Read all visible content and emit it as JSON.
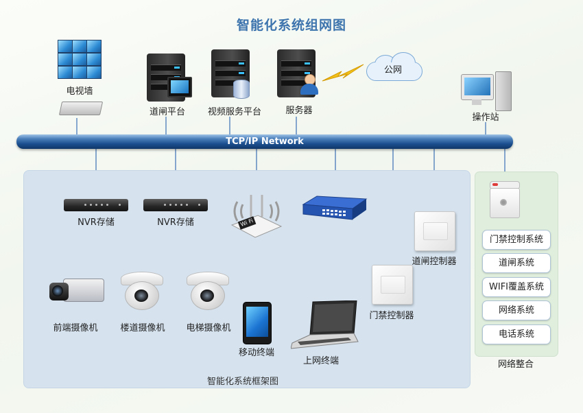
{
  "title": "智能化系统组网图",
  "network": {
    "bus_label": "TCP/IP Network",
    "cloud_label": "公网"
  },
  "top_devices": {
    "video_wall": "电视墙",
    "gate_platform": "道闸平台",
    "video_service": "视频服务平台",
    "server": "服务器",
    "workstation": "操作站"
  },
  "frame": {
    "label": "智能化系统框架图",
    "nvr1": "NVR存储",
    "nvr2": "NVR存储",
    "camera_front": "前端摄像机",
    "camera_stair": "楼道摄像机",
    "camera_elevator": "电梯摄像机",
    "mobile": "移动终端",
    "laptop": "上网终端",
    "gate_controller": "道闸控制器",
    "door_controller": "门禁控制器",
    "wifi_badge": "Wi Fi"
  },
  "integration": {
    "label": "网络整合",
    "items": [
      "门禁控制系统",
      "道闸系统",
      "WIFI覆盖系统",
      "网络系统",
      "电话系统"
    ]
  },
  "colors": {
    "title": "#3d74ad",
    "bus": "#1c4f8f",
    "blue_link": "#3a6fb5",
    "red_link": "#c42a2a"
  }
}
